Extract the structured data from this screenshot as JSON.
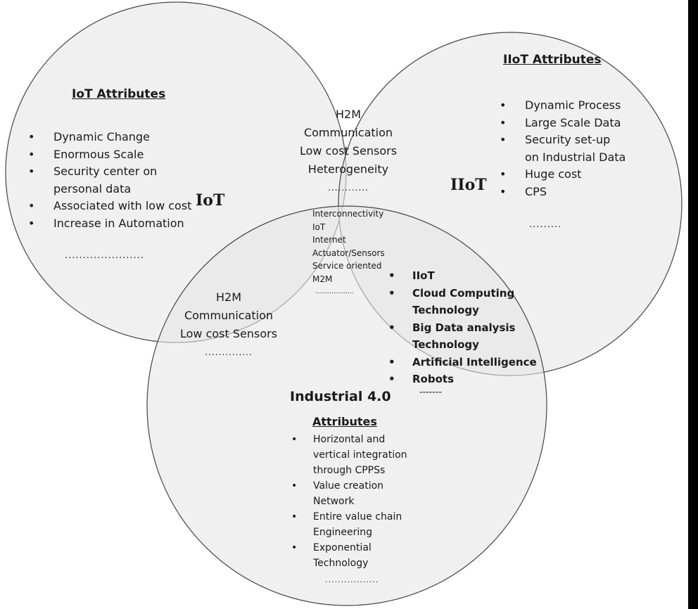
{
  "iot": {
    "label": "IoT",
    "heading": "IoT Attributes",
    "items": [
      "Dynamic Change",
      "Enormous Scale",
      "Security center on personal data",
      "Associated with low cost",
      "Increase in Automation"
    ],
    "ellipsis": "......................"
  },
  "iiot": {
    "label": "IIoT",
    "heading": "IIoT Attributes",
    "items": [
      "Dynamic Process",
      "Large  Scale Data",
      "Security set-up on Industrial Data",
      "Huge cost",
      "CPS"
    ],
    "ellipsis": "........."
  },
  "iot_iiot_overlap": {
    "lines": [
      "H2M",
      "Communication",
      "Low cost Sensors",
      "Heterogeneity"
    ],
    "ellipsis": "............"
  },
  "center_overlap": {
    "lines": [
      "Interconnectivity",
      "IoT",
      "Internet",
      "Actuator/Sensors",
      "Service oriented",
      "M2M"
    ],
    "ellipsis": "..................."
  },
  "iot_industry_overlap": {
    "lines": [
      "H2M",
      "Communication",
      "Low cost Sensors"
    ],
    "ellipsis": ".............."
  },
  "iiot_industry_overlap": {
    "items": [
      "IIoT",
      "Cloud Computing Technology",
      "Big Data analysis Technology",
      "Artificial Intelligence",
      "Robots"
    ],
    "ellipsis": "-------"
  },
  "industrial": {
    "label": "Industrial 4.0",
    "heading": "Attributes",
    "items": [
      "Horizontal and vertical integration through CPPSs",
      "Value creation Network",
      "Entire value chain Engineering",
      "Exponential Technology"
    ],
    "ellipsis": "................."
  },
  "colors": {
    "circle_fill": "#e6e6e6",
    "circle_stroke": "#444444",
    "background": "#ffffff",
    "frame": "#000000"
  }
}
